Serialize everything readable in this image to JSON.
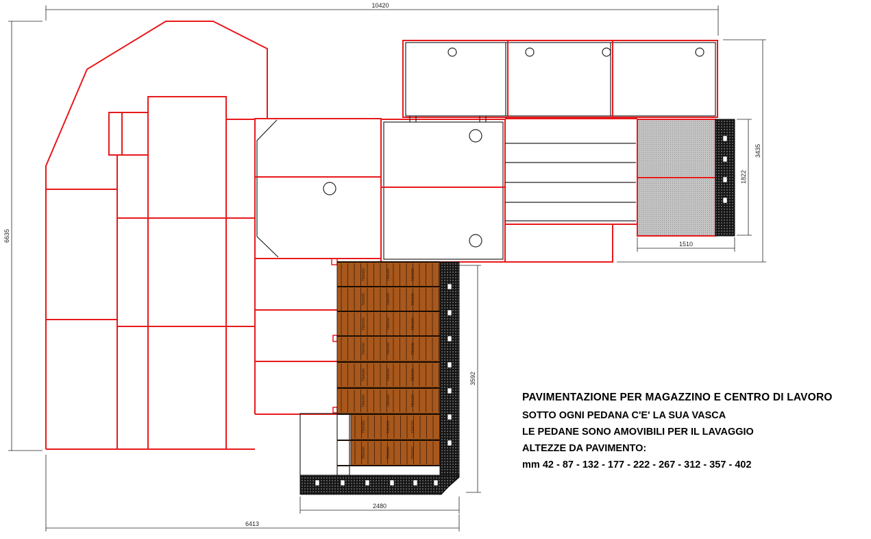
{
  "notes": {
    "title": "PAVIMENTAZIONE PER MAGAZZINO E CENTRO DI LAVORO",
    "line1": "SOTTO OGNI PEDANA C'E' LA SUA VASCA",
    "line2": "LE PEDANE SONO AMOVIBILI PER IL LAVAGGIO",
    "line3": "ALTEZZE DA PAVIMENTO:",
    "line4": "mm 42 - 87 - 132 - 177 - 222 - 267 - 312 - 357 - 402"
  },
  "dimensions": {
    "total_width": "10420",
    "total_height": "6635",
    "right_height": "3435",
    "grey_height": "1822",
    "grey_width": "1510",
    "wood_height": "3592",
    "bottom_grate_width": "2480",
    "bottom_width": "6413"
  },
  "pallet_label": "TBAS80",
  "colors": {
    "outline": "#e8181b",
    "wood": "#a8581c",
    "grate": "#1a1a1a",
    "grey_platform": "#b9b9b9"
  }
}
